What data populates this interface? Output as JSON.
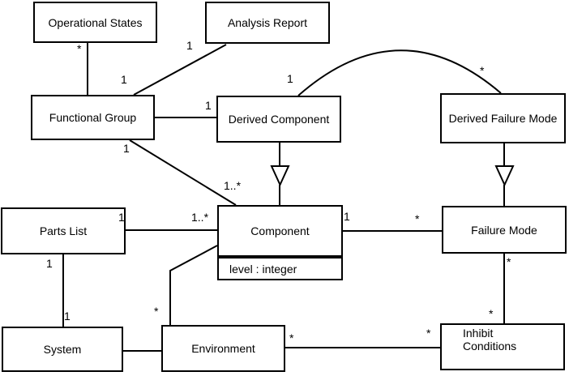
{
  "colors": {
    "background": "#ffffff",
    "line": "#000000",
    "text": "#000000"
  },
  "classes": {
    "operational_states": {
      "label": "Operational States"
    },
    "analysis_report": {
      "label": "Analysis Report"
    },
    "functional_group": {
      "label": "Functional Group"
    },
    "derived_component": {
      "label": "Derived Component"
    },
    "derived_failure_mode": {
      "label": "Derived Failure Mode"
    },
    "parts_list": {
      "label": "Parts List"
    },
    "component": {
      "label": "Component",
      "attribute": "level : integer"
    },
    "failure_mode": {
      "label": "Failure Mode"
    },
    "system": {
      "label": "System"
    },
    "environment": {
      "label": "Environment"
    },
    "inhibit_conditions": {
      "label": "Inhibit\nConditions"
    }
  },
  "associations": [
    {
      "from": "Operational States",
      "to": "Functional Group",
      "from_label": "*",
      "to_label": "1"
    },
    {
      "from": "Analysis Report",
      "to": "Functional Group",
      "from_label": "1",
      "to_label": ""
    },
    {
      "from": "Functional Group",
      "to": "Derived Component",
      "from_label": "",
      "to_label": "1"
    },
    {
      "from": "Functional Group",
      "to": "Component",
      "from_label": "1",
      "to_label": "1..*"
    },
    {
      "from": "Parts List",
      "to": "Component",
      "from_label": "1",
      "to_label": "1..*"
    },
    {
      "from": "Parts List",
      "to": "System",
      "from_label": "1",
      "to_label": "1"
    },
    {
      "from": "Component",
      "to": "Failure Mode",
      "from_label": "1",
      "to_label": "*"
    },
    {
      "from": "Derived Component",
      "to": "Derived Failure Mode",
      "from_label": "1",
      "to_label": "*"
    },
    {
      "from": "Component",
      "to": "Environment",
      "from_label": "",
      "to_label": "*"
    },
    {
      "from": "Failure Mode",
      "to": "Inhibit Conditions",
      "from_label": "*",
      "to_label": "*"
    },
    {
      "from": "Environment",
      "to": "Inhibit Conditions",
      "from_label": "*",
      "to_label": "*"
    },
    {
      "from": "System",
      "to": "Environment",
      "from_label": "",
      "to_label": ""
    }
  ],
  "generalizations": [
    {
      "from": "Derived Component",
      "to": "Component"
    },
    {
      "from": "Derived Failure Mode",
      "to": "Failure Mode"
    }
  ]
}
